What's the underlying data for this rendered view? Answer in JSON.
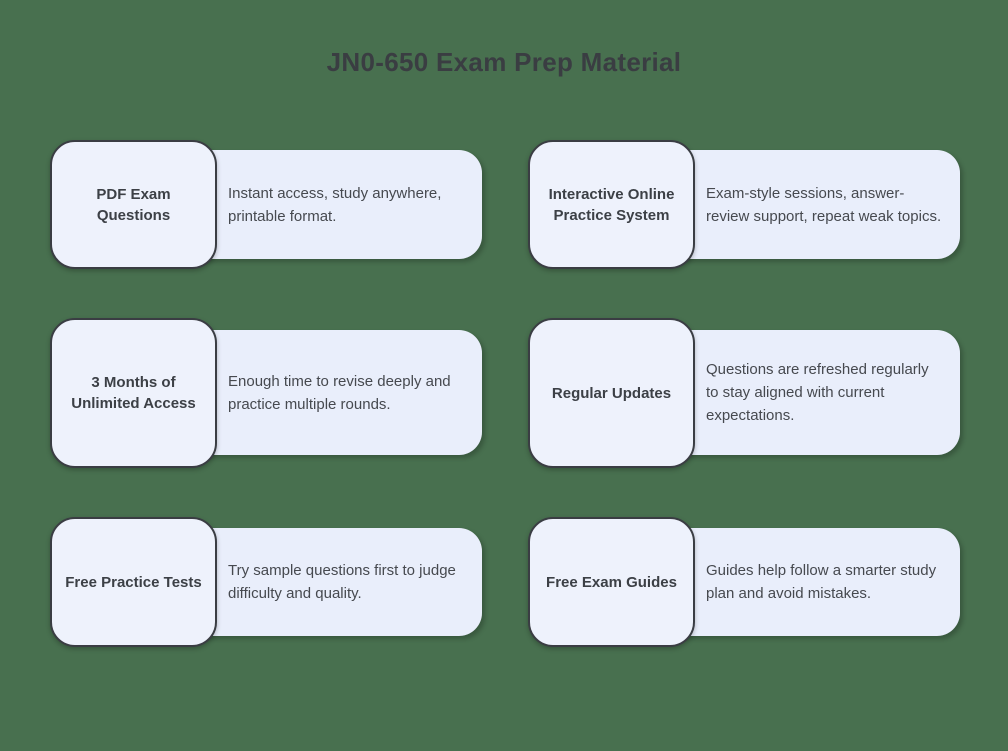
{
  "page": {
    "title": "JN0-650 Exam Prep Material",
    "background_color": "#48704f",
    "title_color": "#3a3d42"
  },
  "colors": {
    "label_box_bg": "#eef2fc",
    "label_box_border": "#3a3d43",
    "label_text": "#3c4046",
    "desc_box_bg": "#e9eefb",
    "desc_text": "#46494f"
  },
  "cards": [
    {
      "label": "PDF Exam\nQuestions",
      "description": "Instant access, study anywhere,\nprintable format."
    },
    {
      "label": "Interactive Online\nPractice System",
      "description": "Exam-style sessions, answer-\nreview support, repeat weak topics."
    },
    {
      "label": "3 Months of\nUnlimited Access",
      "description": "Enough time to revise deeply and\npractice multiple rounds."
    },
    {
      "label": "Regular Updates",
      "description": "Questions are refreshed regularly\nto stay aligned with current\nexpectations."
    },
    {
      "label": "Free Practice Tests",
      "description": "Try sample questions first to judge\ndifficulty and quality."
    },
    {
      "label": "Free Exam Guides",
      "description": "Guides help follow a smarter study\nplan and avoid mistakes."
    }
  ]
}
